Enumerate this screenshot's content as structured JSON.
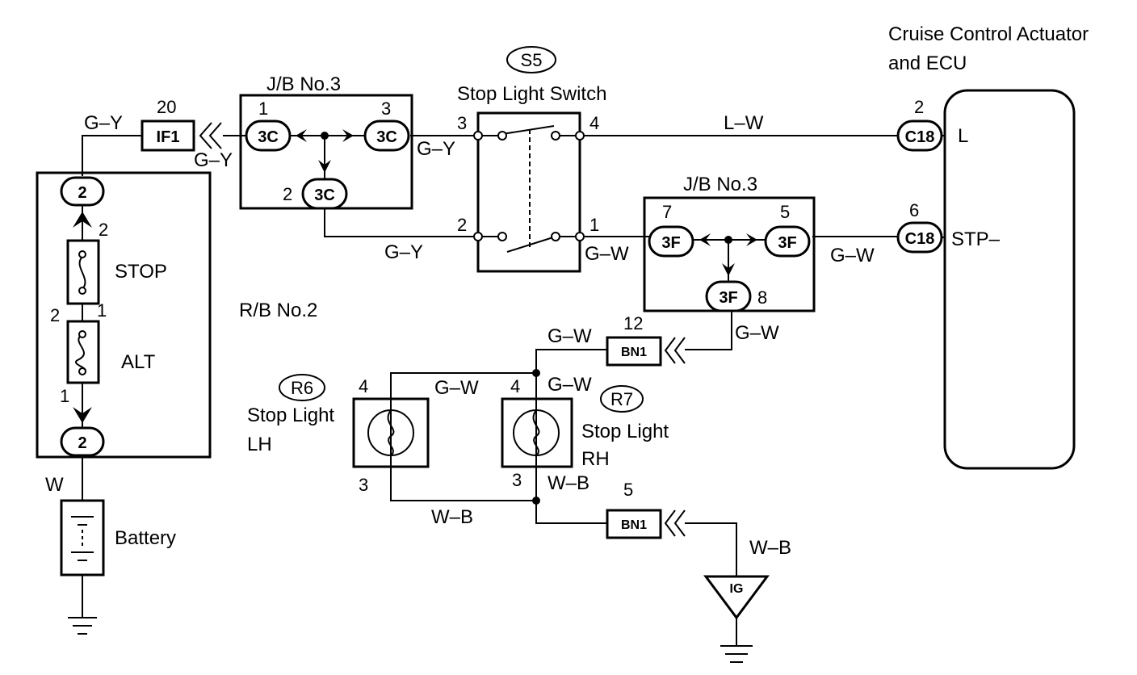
{
  "components": {
    "ecu": {
      "line1": "Cruise Control Actuator",
      "line2": "and ECU",
      "pin_l": "2",
      "pin_l_name": "L",
      "pin_stp": "6",
      "pin_stp_name": "STP–",
      "connector": "C18"
    },
    "switch": {
      "code": "S5",
      "name": "Stop Light Switch",
      "pin3": "3",
      "pin4": "4",
      "pin2": "2",
      "pin1": "1"
    },
    "jb_top": {
      "name": "J/B No.3",
      "connector": "3C",
      "pin1": "1",
      "pin3": "3",
      "pin2": "2"
    },
    "jb_mid": {
      "name": "J/B No.3",
      "connector": "3F",
      "pin7": "7",
      "pin5": "5",
      "pin8": "8"
    },
    "rb": {
      "name": "R/B No.2",
      "fuse_stop": "STOP",
      "fuse_alt": "ALT",
      "conn": "2",
      "pin2a": "2",
      "pin2b": "2",
      "pin1a": "1",
      "pin1b": "1"
    },
    "if1": {
      "name": "IF1",
      "pin": "20"
    },
    "bn1_top": {
      "name": "BN1",
      "pin": "12"
    },
    "bn1_bot": {
      "name": "BN1",
      "pin": "5"
    },
    "lamp_lh": {
      "code": "R6",
      "line1": "Stop Light",
      "line2": "LH",
      "pin_top": "4",
      "pin_bot": "3"
    },
    "lamp_rh": {
      "code": "R7",
      "line1": "Stop Light",
      "line2": "RH",
      "pin_top": "4",
      "pin_bot": "3"
    },
    "battery": {
      "name": "Battery"
    },
    "ground": {
      "name": "IG"
    }
  },
  "wires": {
    "gy": "G–Y",
    "lw": "L–W",
    "gw": "G–W",
    "wb": "W–B",
    "w": "W"
  }
}
